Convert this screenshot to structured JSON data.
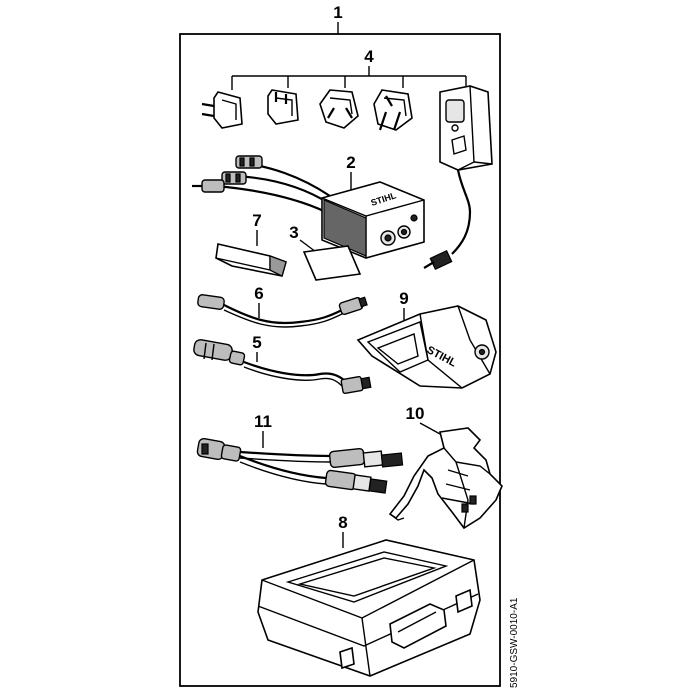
{
  "diagram": {
    "drawing_code": "5910-GSW-0010-A1",
    "logo_text": "STIHL",
    "callouts": {
      "kit": "1",
      "adapter_box": "2",
      "card": "3",
      "plug_set": "4",
      "cable_5": "5",
      "cable_6": "6",
      "block": "7",
      "case": "8",
      "holder": "9",
      "bracket": "10",
      "y_cable": "11"
    }
  }
}
